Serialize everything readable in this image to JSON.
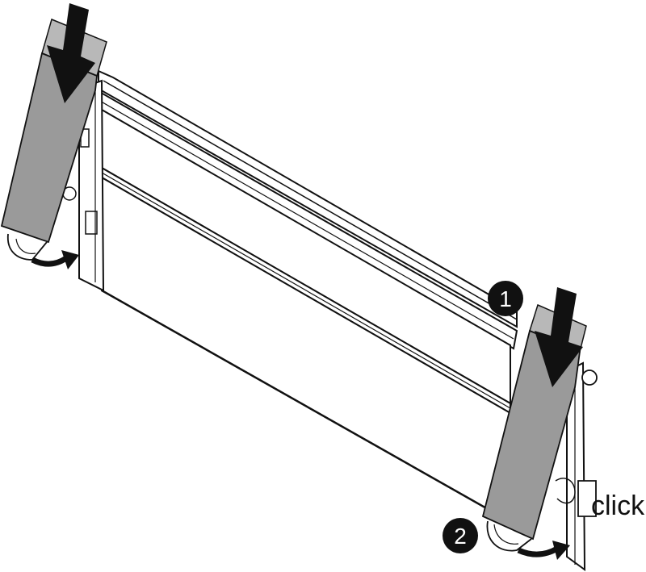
{
  "figure": {
    "callouts": [
      {
        "number": "1"
      },
      {
        "number": "2"
      }
    ],
    "annotations": {
      "click_label": "click"
    },
    "colors": {
      "line": "#111111",
      "panel_fill": "#ffffff",
      "handle_fill": "#9a9a9a",
      "arrow_fill": "#111111",
      "callout_fill": "#111111",
      "callout_text": "#ffffff"
    },
    "icons": {
      "press_down": "arrow-down-icon",
      "rotate": "curved-arrow-icon"
    }
  }
}
